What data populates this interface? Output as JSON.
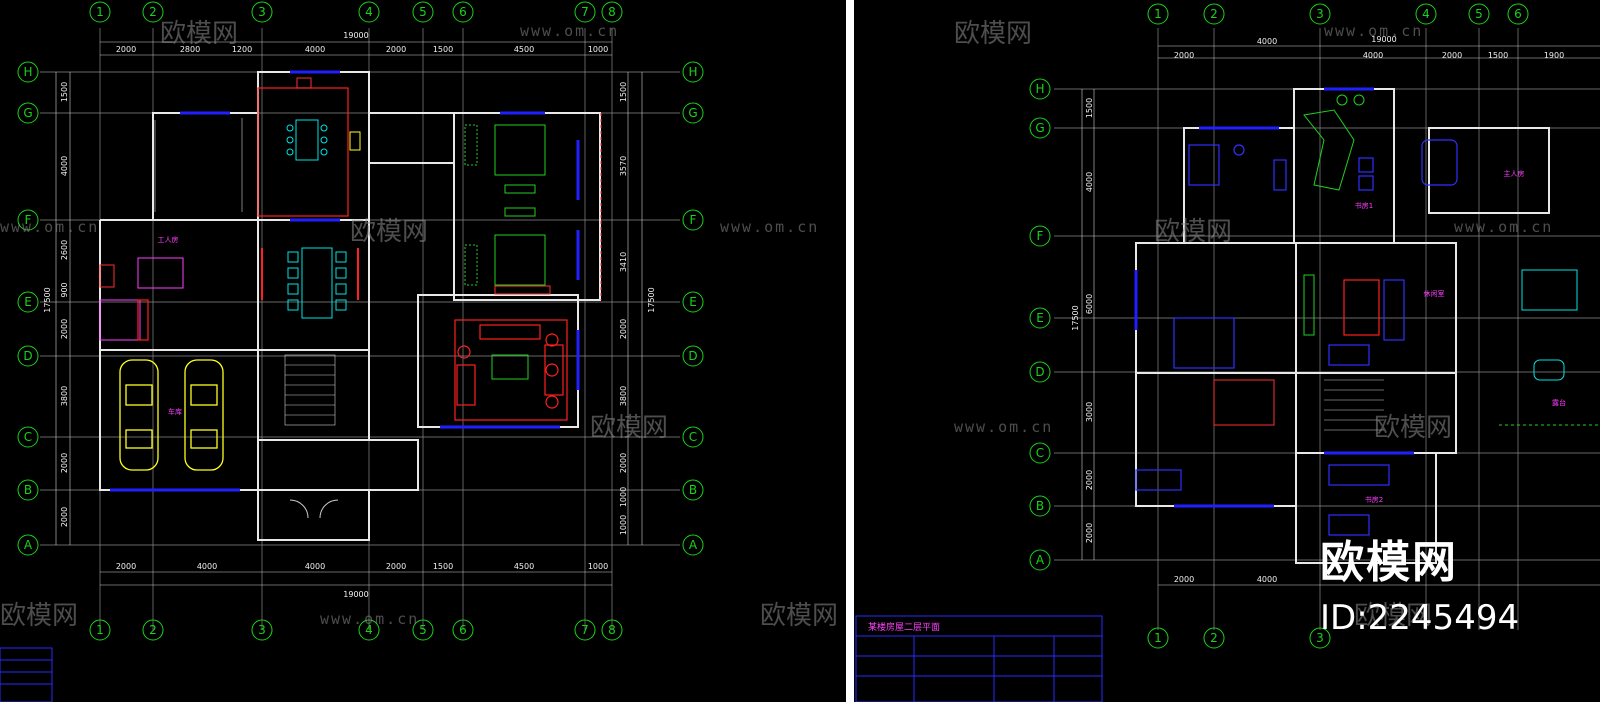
{
  "watermark": {
    "brand": "欧模网",
    "url": "www.om.cn"
  },
  "badge": {
    "brand": "欧模网",
    "id": "ID:2245494"
  },
  "axes": {
    "numbers": [
      "1",
      "2",
      "3",
      "4",
      "5",
      "6",
      "7",
      "8"
    ],
    "letters": [
      "H",
      "G",
      "F",
      "E",
      "D",
      "C",
      "B",
      "A"
    ]
  },
  "left_plan": {
    "total_width": "19000",
    "top_dims": [
      "2000",
      "2800",
      "1200",
      "4000",
      "2000",
      "1500",
      "4500",
      "1000"
    ],
    "bottom_dims": [
      "2000",
      "4000",
      "4000",
      "2000",
      "1500",
      "4500",
      "1000"
    ],
    "left_dims": [
      "1500",
      "4000",
      "2600",
      "900",
      "2000",
      "3800",
      "2000",
      "2000"
    ],
    "left_total": "17500",
    "right_dims": [
      "1500",
      "3570",
      "3410",
      "2000",
      "3800",
      "2000",
      "1000",
      "1000"
    ],
    "right_total": "17500",
    "rooms": [
      "工人房",
      "车库"
    ]
  },
  "right_plan": {
    "total_width": "19000",
    "top_dims": [
      "2000",
      "4000",
      "4000",
      "2000",
      "1500",
      "1900"
    ],
    "bottom_dims": [
      "2000",
      "4000"
    ],
    "left_dims": [
      "1500",
      "4000",
      "6000",
      "3000",
      "2000",
      "2000"
    ],
    "left_total": "17500",
    "rooms": [
      "书房1",
      "书房2",
      "主人房",
      "休闲室",
      "露台"
    ]
  },
  "title_block": {
    "title": "某楼房屋二层平面"
  },
  "colors": {
    "axis": "#19d219",
    "wall": "#e8e8e8",
    "window": "#2020ff",
    "room_label": "#ff3cff",
    "furniture_cyan": "#00e5e5",
    "furniture_red": "#ff2020",
    "car_yellow": "#ffff20"
  }
}
